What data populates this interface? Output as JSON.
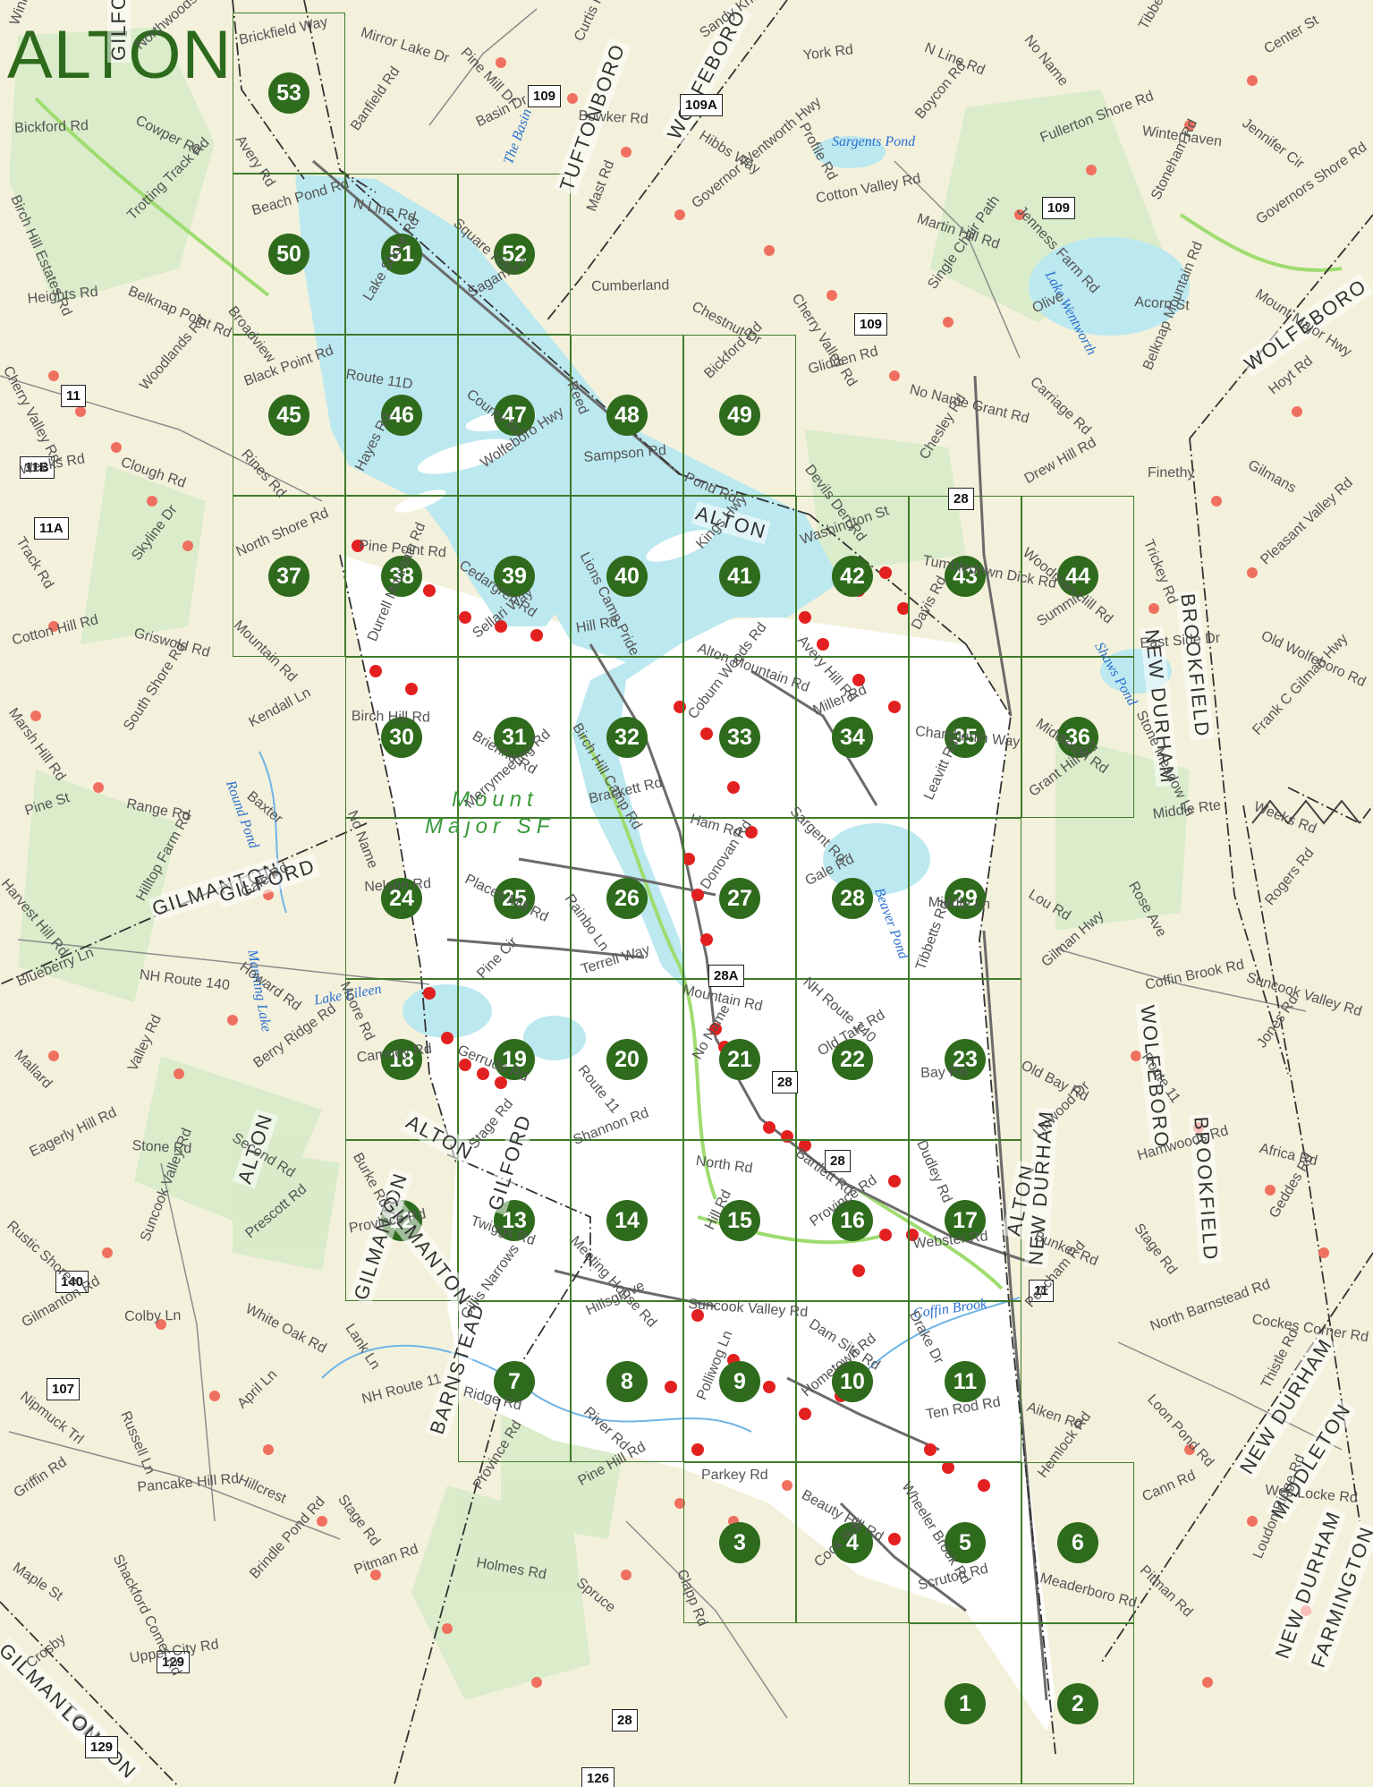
{
  "title": "ALTON",
  "grid_markers": [
    "1",
    "2",
    "3",
    "4",
    "5",
    "6",
    "7",
    "8",
    "9",
    "10",
    "11",
    "12",
    "13",
    "14",
    "15",
    "16",
    "17",
    "18",
    "19",
    "20",
    "21",
    "22",
    "23",
    "24",
    "25",
    "26",
    "27",
    "28",
    "29",
    "30",
    "31",
    "32",
    "33",
    "34",
    "35",
    "36",
    "37",
    "38",
    "39",
    "40",
    "41",
    "42",
    "43",
    "44",
    "45",
    "46",
    "47",
    "48",
    "49",
    "50",
    "51",
    "52",
    "53"
  ],
  "towns": [
    "WOLFEBORO",
    "ALTON",
    "TUFTONBORO",
    "WOLFEBORO",
    "GILFORD",
    "GILMANTON",
    "GILMANTON",
    "ALTON",
    "GILMANTON",
    "BARNSTEAD",
    "ALTON",
    "NEW DURHAM",
    "BROOKFIELD",
    "NEW DURHAM",
    "WOLFEBORO",
    "BROOKFIELD",
    "NEW DURHAM",
    "MIDDLETON",
    "NEW DURHAM",
    "FARMINGTON",
    "GILMANTON",
    "LOUDON",
    "GILFORD",
    "ALTON",
    "GILFORD"
  ],
  "water": [
    "Sargents Pond",
    "The Basin",
    "Lake Wentworth",
    "Round Pond",
    "Manning Lake",
    "Lake Eileen",
    "Beaver Pond",
    "Coffin Brook",
    "Shaws Pond"
  ],
  "forest": [
    "Mount",
    "Major SF"
  ],
  "shields": [
    "109",
    "109A",
    "109",
    "109",
    "11",
    "11B",
    "11A",
    "28",
    "28A",
    "28",
    "28",
    "11",
    "140",
    "107",
    "129",
    "129",
    "28",
    "126"
  ],
  "roads": [
    "Winnishores",
    "Northwoods Rd",
    "Brickfield Way",
    "Mirror Lake Dr",
    "Pine Mill Dr",
    "Curtis Rd",
    "Sandy Knoll Rd",
    "York Rd",
    "N Line Rd",
    "No Name",
    "Tibbetts Rd",
    "Center St",
    "Bickford Rd",
    "Cowper Rd",
    "Avery Rd",
    "Banfield Rd",
    "Basin Dr",
    "Bowker Rd",
    "Hibbs Way",
    "Profile Rd",
    "Boycon Rd",
    "Fullerton Shore Rd",
    "Winterhaven",
    "Jennifer Cir",
    "Birch Hill Estates Rd",
    "Trotting Track Rd",
    "Beach Pond Rd",
    "N Line Rd",
    "Square Hill",
    "Mast Rd",
    "Governor Wentworth Hwy",
    "Cotton Valley Rd",
    "Martin Hill Rd",
    "Jenness Farm Rd",
    "Stoneham Rd",
    "Governors Shore Rd",
    "Heights Rd",
    "Belknap Point Rd",
    "Broadview",
    "Lake Shore Rd",
    "Sagamore",
    "Cumberland",
    "Chestnut Dr",
    "Cherry Valley Rd",
    "Single Chair Path",
    "Olive",
    "Acorn St",
    "Mount Major Hwy",
    "Cherry Valley Rd",
    "Woodlands Rd",
    "Black Point Rd",
    "Route 11D",
    "County Rd",
    "Reed",
    "Bickford Rd",
    "Glidden Rd",
    "No Name Grant Rd",
    "Carriage Rd",
    "Belknap Mountain Rd",
    "Hoyt Rd",
    "Weeks Rd",
    "Clough Rd",
    "Rines Rd",
    "Hayes Rd",
    "Wolfeboro Hwy",
    "Sampson Rd",
    "Pond Rd",
    "Devils Den Rd",
    "Chesley Rd",
    "Drew Hill Rd",
    "Finethy",
    "Gilmans",
    "Track Rd",
    "Skyline Dr",
    "North Shore Rd",
    "Pine Point Rd",
    "Cedargren Rd",
    "Lions Camp Pride",
    "Kings Hwy",
    "Washington St",
    "Tumbledown Dick Rd",
    "Woodman Hill Rd",
    "Trickey Rd",
    "Pleasant Valley Rd",
    "Cotton Hill Rd",
    "Griswold Rd",
    "Mountain Rd",
    "Durrell Mountain Rd",
    "Sellari Way",
    "Hill Rd",
    "Alton Mountain Rd",
    "Avery Hill Rd",
    "Davis Rd",
    "Summit",
    "East Side Dr",
    "Old Wolfeboro Rd",
    "Marsh Hill Rd",
    "South Shore Rd",
    "Kendall Ln",
    "Birch Hill Rd",
    "Brienne Rd",
    "Birch Hill Camp Rd",
    "Coburn Woods Rd",
    "Miller Rd",
    "Chamberlin Way",
    "Middleton Rd",
    "Stone Meadow Ln",
    "Frank C Gilman Hwy",
    "Pine St",
    "Range Rd",
    "Baxter",
    "No Name",
    "Merrymeeting Rd",
    "Brackett Rd",
    "Ham Rd",
    "Sargent Rd",
    "Leavitt Rd",
    "Grant Hill Rd",
    "Middle Rte",
    "Weeks Rd",
    "Harvest Hill Rd",
    "Hilltop Farm Rd",
    "Gale Rd",
    "Nelson Rd",
    "Places Mill Rd",
    "Rainbo Ln",
    "Donovan Rd",
    "Gale Rd",
    "Middle Ln",
    "Lou Rd",
    "Rose Ave",
    "Rogers Rd",
    "Blueberry Ln",
    "NH Route 140",
    "Howard Rd",
    "Moore Rd",
    "Pine Cir",
    "Terrell Way",
    "Mountain Rd",
    "NH Route 140",
    "Tibbetts Rd",
    "Gilman Hwy",
    "Coffin Brook Rd",
    "Suncook Valley Rd",
    "Mallard",
    "Valley Rd",
    "Berry Ridge Rd",
    "Camney Rd",
    "Gerrude Rd",
    "Route 11",
    "No Name",
    "Old Tate Rd",
    "Bay Rd",
    "Old Bay Rd",
    "Route 11",
    "Jones Rd",
    "Eagerly Hill Rd",
    "Stone Rd",
    "Second Rd",
    "Burke Rd",
    "Stage Rd",
    "Shannon Rd",
    "North Rd",
    "Bartlett Rd",
    "Dudley Rd",
    "Linwood Dr",
    "Hamwoods Rd",
    "Africa Rd",
    "Rustic Shores",
    "Suncook Valley Rd",
    "Prescott Rd",
    "Province Rd",
    "Twiggs Rd",
    "Meeting House Rd",
    "Hill Rd",
    "Province Rd",
    "Webster Rd",
    "Bunker Rd",
    "Stage Rd",
    "Geddes Rd",
    "Gilmanton Rd",
    "Colby Ln",
    "White Oak Rd",
    "Lank Ln",
    "Gillis Narrows",
    "Hillsgrove",
    "Suncook Valley Rd",
    "Dam Site Rd",
    "Drake Dr",
    "Peacham Rd",
    "North Barnstead Rd",
    "Cockes Corner Rd",
    "Nipmuck Trl",
    "Russell Ln",
    "April Ln",
    "NH Route 11",
    "Ridge Rd",
    "River Rd",
    "Polliwog Ln",
    "Hometown Rd",
    "Ten Rod Rd",
    "Aiken Rd",
    "Loon Pond Rd",
    "Thistle Rd",
    "Griffin Rd",
    "Pancake Hill Rd",
    "Hillcrest",
    "Stage Rd",
    "Province Rd",
    "Pine Hill Rd",
    "Parkey Rd",
    "Beauty Hill Rd",
    "Wheeler Brook Rd",
    "Hemlock Rd",
    "Cann Rd",
    "Wes Locke Rd",
    "Maple St",
    "Shackford Comer Rd",
    "Brindle Pond Rd",
    "Pitman Rd",
    "Holmes Rd",
    "Spruce",
    "Clapp Rd",
    "Cook Rd",
    "Scruton Rd",
    "Meaderboro Rd",
    "Pitman Rd",
    "Loudon Ridge Rd",
    "Crosby",
    "Upper City Rd"
  ]
}
